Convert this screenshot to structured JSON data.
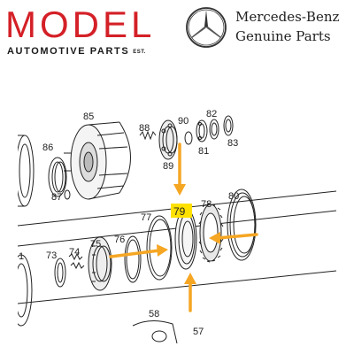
{
  "brand_left": {
    "name": "MODEL",
    "subtitle": "AUTOMOTIVE PARTS",
    "est": "EST."
  },
  "brand_right": {
    "name": "Mercedes-Benz",
    "subtitle": "Genuine Parts"
  },
  "diagram": {
    "callouts": {
      "c85": "85",
      "c88": "88",
      "c90": "90",
      "c82": "82",
      "c86": "86",
      "c89": "89",
      "c81": "81",
      "c83": "83",
      "c87": "87",
      "c77": "77",
      "c79": "79",
      "c78": "78",
      "c80": "80",
      "c73": "73",
      "c74": "74",
      "c75": "75",
      "c76": "76",
      "c58": "58",
      "c57": "57",
      "c1": "1"
    },
    "highlighted_part": "79",
    "colors": {
      "arrow": "#f5a623",
      "highlight": "#ffe100",
      "lines": "#222222"
    }
  }
}
